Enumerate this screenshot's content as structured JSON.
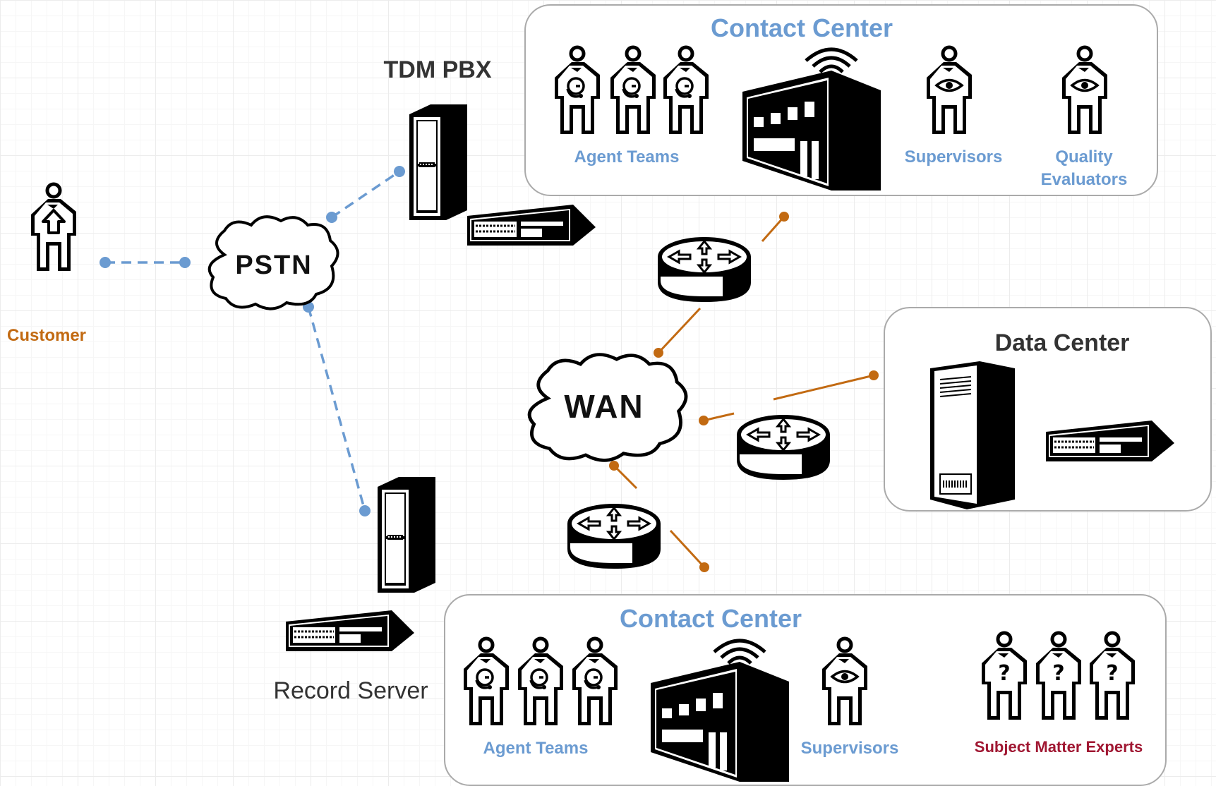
{
  "colors": {
    "blue": "#6b9bd1",
    "orange": "#c26a12",
    "red": "#a01732",
    "dark": "#333333",
    "panel_border": "#aaaaaa"
  },
  "customer": {
    "label": "Customer",
    "icon": "customer-person-icon"
  },
  "pstn": {
    "label": "PSTN",
    "icon": "cloud-icon"
  },
  "wan": {
    "label": "WAN",
    "icon": "cloud-icon"
  },
  "tdm_pbx": {
    "label": "TDM PBX",
    "icon": "server-tower-icon"
  },
  "record_server": {
    "label": "Record Server",
    "icon": "server-tower-icon"
  },
  "data_center": {
    "title": "Data Center",
    "icon": "server-tower-icon"
  },
  "contact_center_top": {
    "title": "Contact Center",
    "agents_label": "Agent Teams",
    "supervisors_label": "Supervisors",
    "quality_label_line1": "Quality",
    "quality_label_line2": "Evaluators"
  },
  "contact_center_bottom": {
    "title": "Contact Center",
    "agents_label": "Agent Teams",
    "supervisors_label": "Supervisors",
    "sme_label": "Subject Matter Experts"
  },
  "icons": [
    "agent-headset-icon",
    "supervisor-eye-icon",
    "sme-question-icon",
    "building-wifi-icon",
    "router-icon",
    "switch-icon"
  ]
}
